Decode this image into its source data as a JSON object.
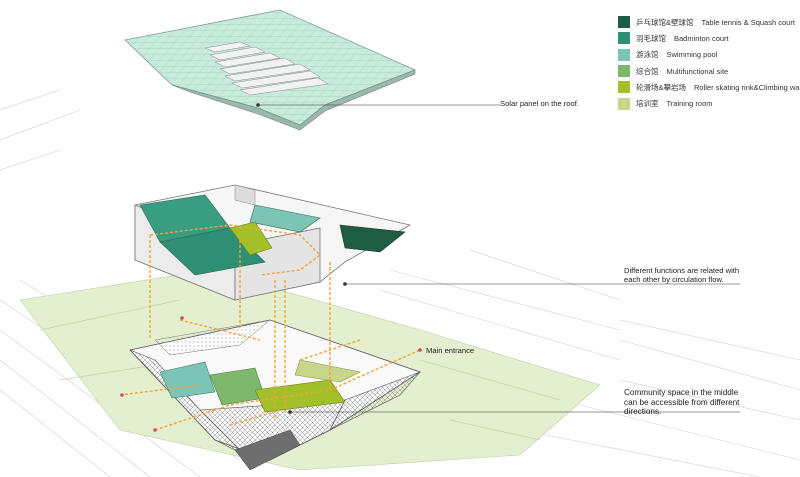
{
  "legend": {
    "items": [
      {
        "zh": "乒乓球馆&壁球馆",
        "en": "Table tennis & Squash court",
        "color": "#1f5c44"
      },
      {
        "zh": "羽毛球馆",
        "en": "Badminton court",
        "color": "#2f8f74"
      },
      {
        "zh": "游泳馆",
        "en": "Swimming pool",
        "color": "#7cc4b4"
      },
      {
        "zh": "综合馆",
        "en": "Multifunctional site",
        "color": "#7fb86d"
      },
      {
        "zh": "轮滑场&攀岩场",
        "en": "Roller skating rink&Climbing wall",
        "color": "#a3bf2a"
      },
      {
        "zh": "培训室",
        "en": "Training room",
        "color": "#c8d68c"
      }
    ]
  },
  "annotations": {
    "solar": "Solar panel on the roof.",
    "functions_line1": "Different functions are related with",
    "functions_line2": "each other by circulation flow.",
    "main_entrance": "Main entrance",
    "community_line1": "Community space in the middle",
    "community_line2": "can be accessible from different",
    "community_line3": "directions."
  },
  "colors": {
    "roof_panel": "#c9ebde",
    "circulation": "#f2a33a",
    "ground": "#e3efcf"
  }
}
